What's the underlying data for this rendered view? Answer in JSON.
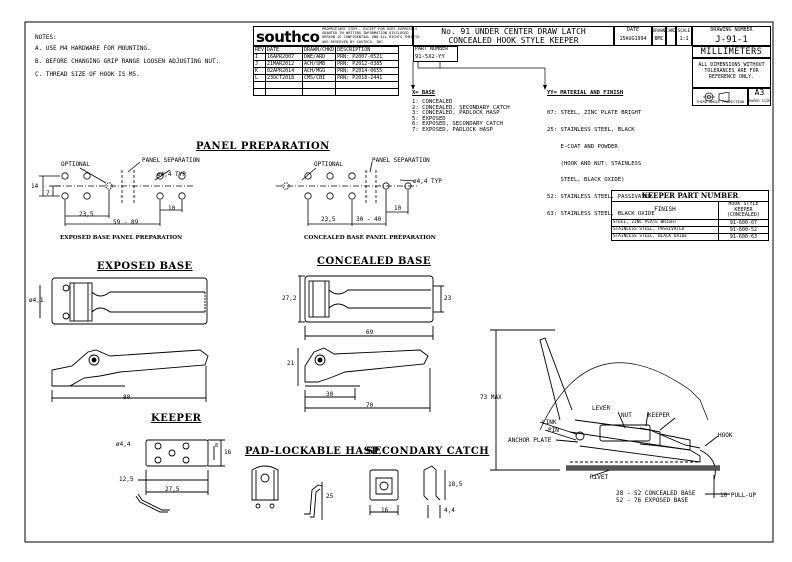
{
  "notes": {
    "heading": "NOTES:",
    "items": [
      "A. USE M4 HARDWARE FOR MOUNTING.",
      "B. BEFORE CHANGING GRIP RANGE LOOSEN ADJUSTING NUT.",
      "C. THREAD SIZE OF HOOK IS M5."
    ]
  },
  "title_block": {
    "logo": "southco",
    "proprietary": [
      "PROPRIETARY ITEM - EXCEPT FOR USES EXPRESSLY",
      "GRANTED IN WRITING INFORMATION DISCLOSED",
      "HEREON IS CONFIDENTIAL AND ALL RIGHTS THERETO",
      "ARE RESERVED BY SOUTHCO, INC."
    ],
    "title_line1": "No. 91 UNDER CENTER DRAW LATCH",
    "title_line2": "CONCEALED HOOK STYLE KEEPER",
    "date_label": "DATE",
    "date_value": "15AUG1994",
    "drawn_label": "DRAWN",
    "drawn_value": "BMC",
    "chkd_label": "CHKD",
    "scale_label": "SCALE",
    "scale_value": "1:1",
    "drawing_number_label": "DRAWING NUMBER",
    "drawing_number": "J-91-1",
    "units": "MILLIMETERS",
    "tolerance_note": [
      "ALL DIMENSIONS WITHOUT",
      "TOLERANCES ARE FOR",
      "REFERENCE ONLY."
    ],
    "projection": "THIRD ANGLE PROJECTION",
    "sheet_size": "A3",
    "sheet_size_label": "PAPER SIZE"
  },
  "revisions": {
    "headers": [
      "REV",
      "DATE",
      "DRAWN/CHKD",
      "DESCRIPTION"
    ],
    "rows": [
      [
        "I",
        "16APR2007",
        "DWE/ARD",
        "PRN: P2007-0521"
      ],
      [
        "J",
        "21MAR2012",
        "ACH/SMB",
        "PRN: P2012-0385"
      ],
      [
        "K",
        "02APR2014",
        "ACH/MGG",
        "PRN: P2014-0655"
      ],
      [
        "L",
        "23OCT2018",
        "CMS/CBI",
        "PRN: P2018-2441"
      ]
    ]
  },
  "part_number": {
    "label": "PART NUMBER",
    "value": "91-5X2-YY",
    "base_heading": "X= BASE",
    "base_items": [
      "1: CONCEALED",
      "2: CONCEALED, SECONDARY CATCH",
      "3: CONCEALED, PADLOCK HASP",
      "5: EXPOSED",
      "6: EXPOSED, SECONDARY CATCH",
      "7: EXPOSED, PADLOCK HASP"
    ],
    "finish_heading": "YY= MATERIAL AND FINISH",
    "finish_items": [
      "07: STEEL, ZINC PLATE BRIGHT",
      "25: STAINLESS STEEL, BLACK",
      "    E-COAT AND POWDER",
      "    (HOOK AND NUT: STAINLESS",
      "    STEEL, BLACK OXIDE)",
      "52: STAINLESS STEEL, PASSIVATED",
      "63: STAINLESS STEEL, BLACK OXIDE"
    ]
  },
  "keeper_table": {
    "title": "KEEPER PART NUMBER",
    "col1": "FINISH",
    "col2": [
      "HOOK STYLE",
      "KEEPER",
      "(CONCEALED)"
    ],
    "rows": [
      [
        "STEEL, ZINC PLATE BRIGHT",
        "91-600-07"
      ],
      [
        "STAINLESS STEEL, PASSIVATED",
        "91-600-52"
      ],
      [
        "STAINLESS STEEL, BLACK OXIDE",
        "91-600-63"
      ]
    ]
  },
  "sections": {
    "panel_prep": "PANEL PREPARATION",
    "exposed_base": "EXPOSED BASE",
    "concealed_base": "CONCEALED BASE",
    "keeper": "KEEPER",
    "pad_hasp": "PAD-LOCKABLE HASP",
    "secondary_catch": "SECONDARY CATCH",
    "exposed_prep_caption": "EXPOSED BASE PANEL PREPARATION",
    "concealed_prep_caption": "CONCEALED BASE PANEL PREPARATION"
  },
  "labels": {
    "optional": "OPTIONAL",
    "panel_separation": "PANEL SEPARATION",
    "hole_typ": "ø4,4 TYP",
    "hole": "ø4,4",
    "pin_dia": "ø4,1",
    "dim_14": "14",
    "dim_7": "7",
    "dim_10": "10",
    "dim_23_5": "23,5",
    "dim_59_89": "59 - 89",
    "dim_30_40": "30 - 40",
    "dim_27_2": "27,2",
    "dim_23": "23",
    "dim_69": "69",
    "dim_21": "21",
    "dim_30": "30",
    "dim_70": "70",
    "dim_80": "80",
    "dim_16": "16",
    "dim_8": "8",
    "dim_12_5": "12,5",
    "dim_27_5": "27,5",
    "dim_25": "25",
    "dim_18_5": "18,5",
    "dim_4_4": "4,4",
    "max73": "73 MAX",
    "lever": "LEVER",
    "nut": "NUT",
    "keeper_lbl": "KEEPER",
    "hook": "HOOK",
    "link": "LINK",
    "pin": "PIN",
    "anchor_plate": "ANCHOR PLATE",
    "rivet": "RIVET",
    "grip1": "28 - 52 CONCEALED BASE",
    "grip2": "52 - 76 EXPOSED BASE",
    "pullup": "10 PULL-UP"
  }
}
